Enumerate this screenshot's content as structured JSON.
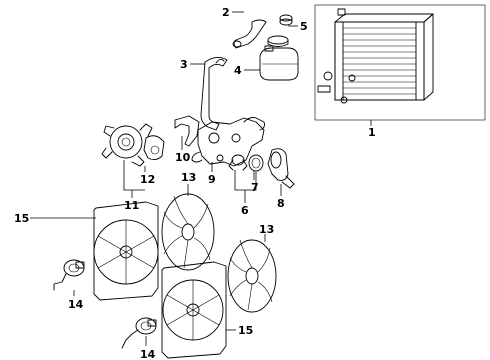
{
  "labels": [
    {
      "id": "1",
      "text": "1"
    },
    {
      "id": "2",
      "text": "2"
    },
    {
      "id": "3",
      "text": "3"
    },
    {
      "id": "4",
      "text": "4"
    },
    {
      "id": "5",
      "text": "5"
    },
    {
      "id": "6",
      "text": "6"
    },
    {
      "id": "7",
      "text": "7"
    },
    {
      "id": "8",
      "text": "8"
    },
    {
      "id": "9",
      "text": "9"
    },
    {
      "id": "10",
      "text": "10"
    },
    {
      "id": "11",
      "text": "11"
    },
    {
      "id": "12",
      "text": "12"
    },
    {
      "id": "13a",
      "text": "13"
    },
    {
      "id": "13b",
      "text": "13"
    },
    {
      "id": "14a",
      "text": "14"
    },
    {
      "id": "14b",
      "text": "14"
    },
    {
      "id": "15a",
      "text": "15"
    },
    {
      "id": "15b",
      "text": "15"
    }
  ]
}
